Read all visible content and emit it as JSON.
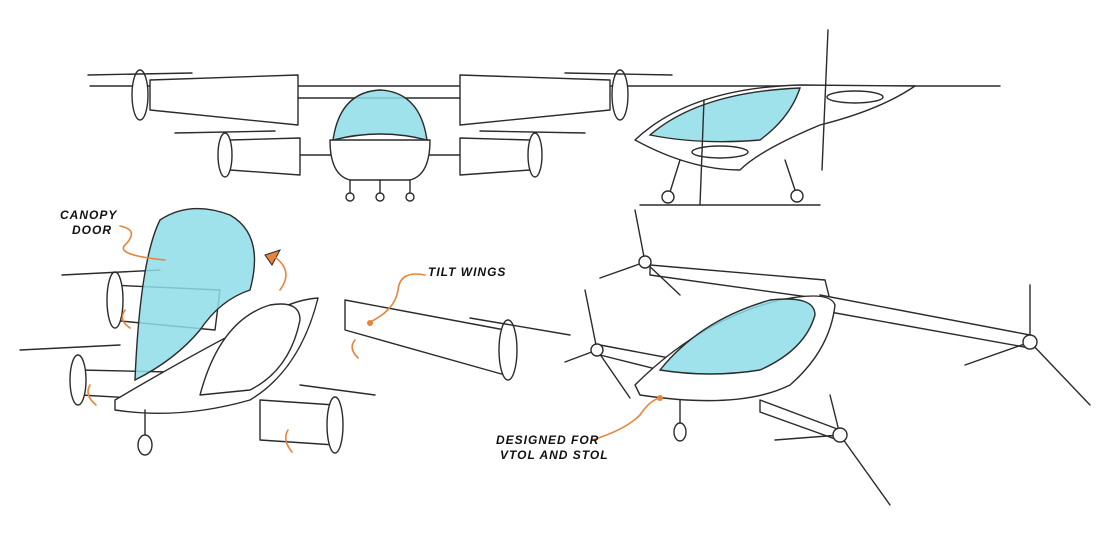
{
  "labels": {
    "canopy_door": [
      "Canopy",
      "Door"
    ],
    "tilt_wings": "Tilt Wings",
    "designed_for": [
      "Designed for",
      "VTOL and STOL"
    ]
  },
  "colors": {
    "canopy": "#8fdde8",
    "annotation": "#e8843a",
    "ink": "#2b2b2b"
  }
}
